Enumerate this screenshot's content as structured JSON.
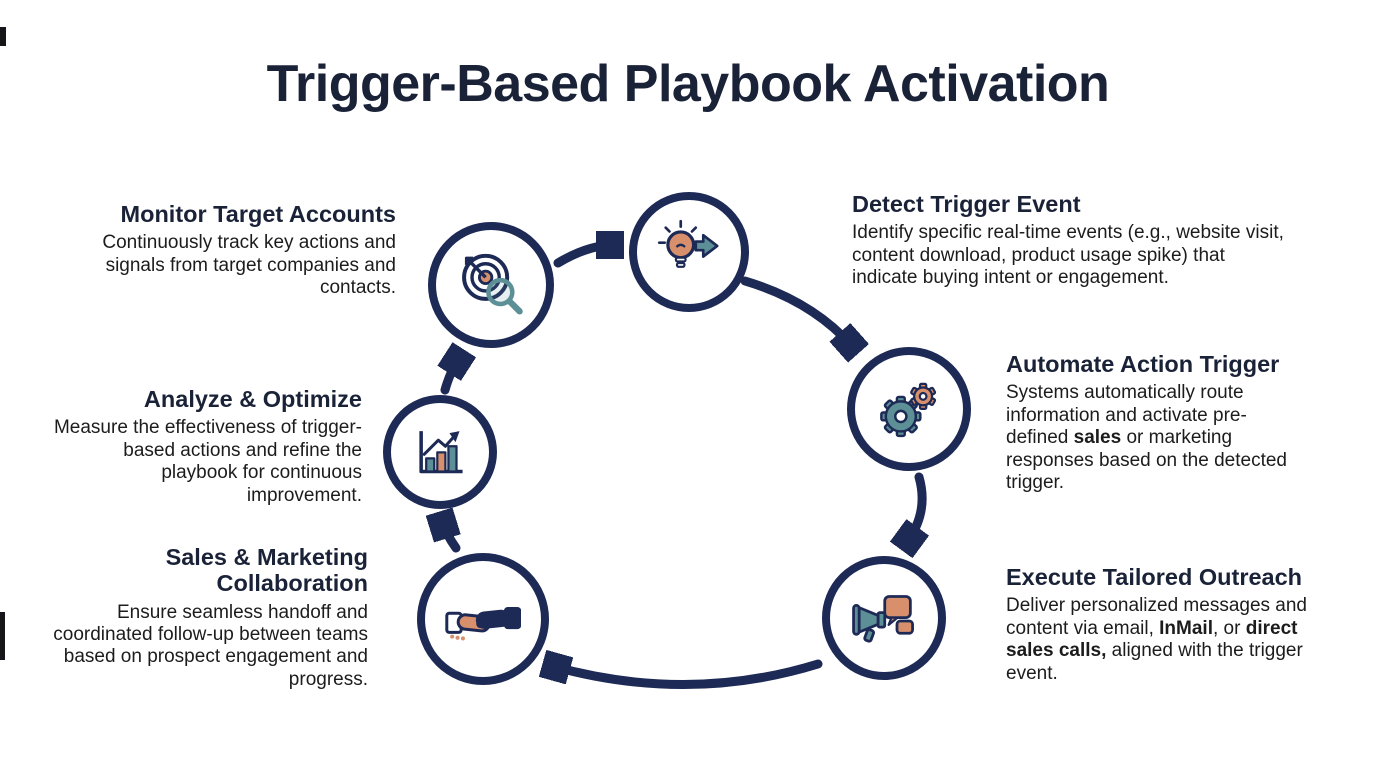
{
  "title": "Trigger-Based Playbook Activation",
  "colors": {
    "navy": "#1e2a56",
    "salmon": "#d8906c",
    "teal": "#5d8f96",
    "heading": "#1a2238",
    "body": "#1c1c1c",
    "background": "#ffffff"
  },
  "steps": [
    {
      "id": "monitor",
      "heading": "Monitor Target Accounts",
      "description": "Continuously track key actions and signals from target companies and contacts.",
      "icon": "target-magnifier-icon"
    },
    {
      "id": "detect",
      "heading": "Detect Trigger Event",
      "description": "Identify specific real-time events (e.g., website visit, content download, product usage spike) that indicate buying intent or engagement.",
      "icon": "lightbulb-arrow-icon"
    },
    {
      "id": "automate",
      "heading": "Automate Action Trigger",
      "description": "Systems automatically route information and activate pre-defined **sales** or marketing responses based on the detected trigger.",
      "icon": "gears-icon"
    },
    {
      "id": "execute",
      "heading": "Execute Tailored Outreach",
      "description": "Deliver personalized messages and content via email, **InMail**, or **direct sales calls,** aligned with the trigger event.",
      "icon": "megaphone-chat-icon"
    },
    {
      "id": "collaboration",
      "heading": "Sales & Marketing Collaboration",
      "description": "Ensure seamless handoff and coordinated follow-up between teams based on prospect engagement and progress.",
      "icon": "handshake-icon"
    },
    {
      "id": "analyze",
      "heading": "Analyze & Optimize",
      "description": "Measure the effectiveness of trigger-based actions and refine the playbook for continuous improvement.",
      "icon": "bar-chart-growth-icon"
    }
  ]
}
